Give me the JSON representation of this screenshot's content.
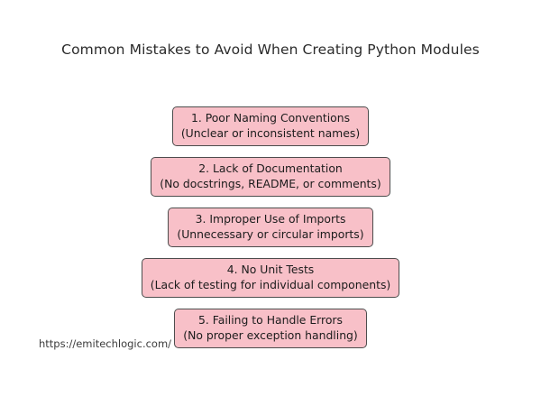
{
  "page": {
    "background_color": "#ffffff",
    "title": "Common Mistakes to Avoid When Creating Python Modules",
    "source_url": "https://emitechlogic.com/"
  },
  "style": {
    "node_fill": "#f8c0c8",
    "node_border": "#4d4d4d",
    "text_color": "#1c1c1c",
    "title_color": "#2b2b2b"
  },
  "chart_data": {
    "type": "diagram",
    "title": "Common Mistakes to Avoid When Creating Python Modules",
    "layout": "vertical-stack",
    "nodes": [
      {
        "index": 1,
        "title": "1. Poor Naming Conventions",
        "detail": "(Unclear or inconsistent names)"
      },
      {
        "index": 2,
        "title": "2. Lack of Documentation",
        "detail": "(No docstrings, README, or comments)"
      },
      {
        "index": 3,
        "title": "3. Improper Use of Imports",
        "detail": "(Unnecessary or circular imports)"
      },
      {
        "index": 4,
        "title": "4. No Unit Tests",
        "detail": "(Lack of testing for individual components)"
      },
      {
        "index": 5,
        "title": "5. Failing to Handle Errors",
        "detail": "(No proper exception handling)"
      }
    ]
  }
}
